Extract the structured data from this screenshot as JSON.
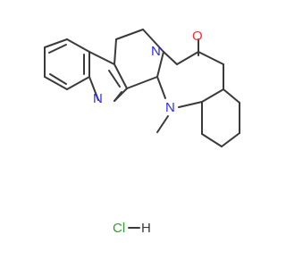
{
  "atoms": {
    "indole_n": "N",
    "amide_n": "N",
    "amine_n": "N",
    "carbonyl_o": "O"
  },
  "substituents": {
    "methyl": "CH3"
  },
  "salt": {
    "label": "HCl",
    "cl": "Cl",
    "h": "H"
  },
  "colors": {
    "bond": "#3a3a3a",
    "nitrogen": "#2a2aff",
    "oxygen": "#ff2a2a",
    "chlorine": "#2aa32a",
    "hydrogen": "#3a3a3a"
  }
}
